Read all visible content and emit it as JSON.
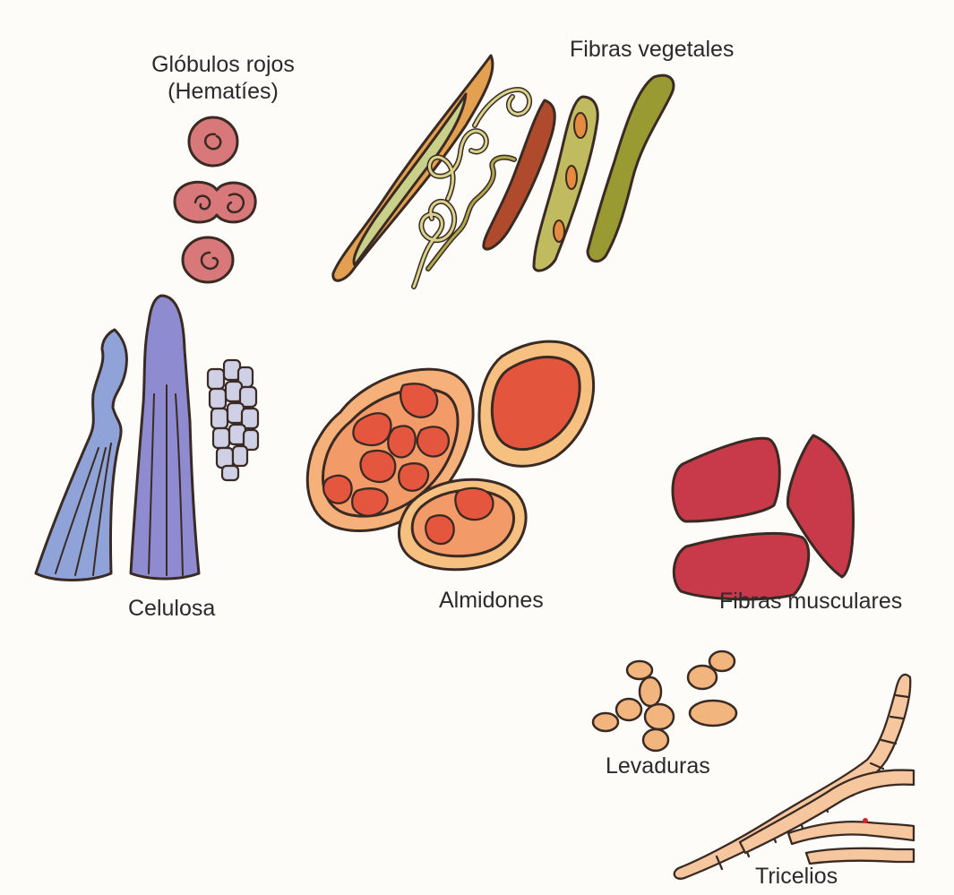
{
  "labels": {
    "globulos_line1": "Glóbulos rojos",
    "globulos_line2": "(Hematíes)",
    "fibras_vegetales": "Fibras vegetales",
    "celulosa": "Celulosa",
    "almidones": "Almidones",
    "fibras_musculares": "Fibras musculares",
    "levaduras": "Levaduras",
    "tricelios": "Tricelios"
  },
  "colors": {
    "outline": "#3a2a24",
    "red_cells": "#d9787a",
    "celulosa_blue": "#7f9fd3",
    "celulosa_purple": "#9f8fc8",
    "starch_orange": "#f2a070",
    "starch_inner": "#e4553e",
    "muscle_red": "#c73a4a",
    "yeast_tan": "#f2b37d",
    "fiber_olive": "#a8a43a",
    "fiber_orange": "#e0903f",
    "fiber_brown": "#a14a2e"
  }
}
